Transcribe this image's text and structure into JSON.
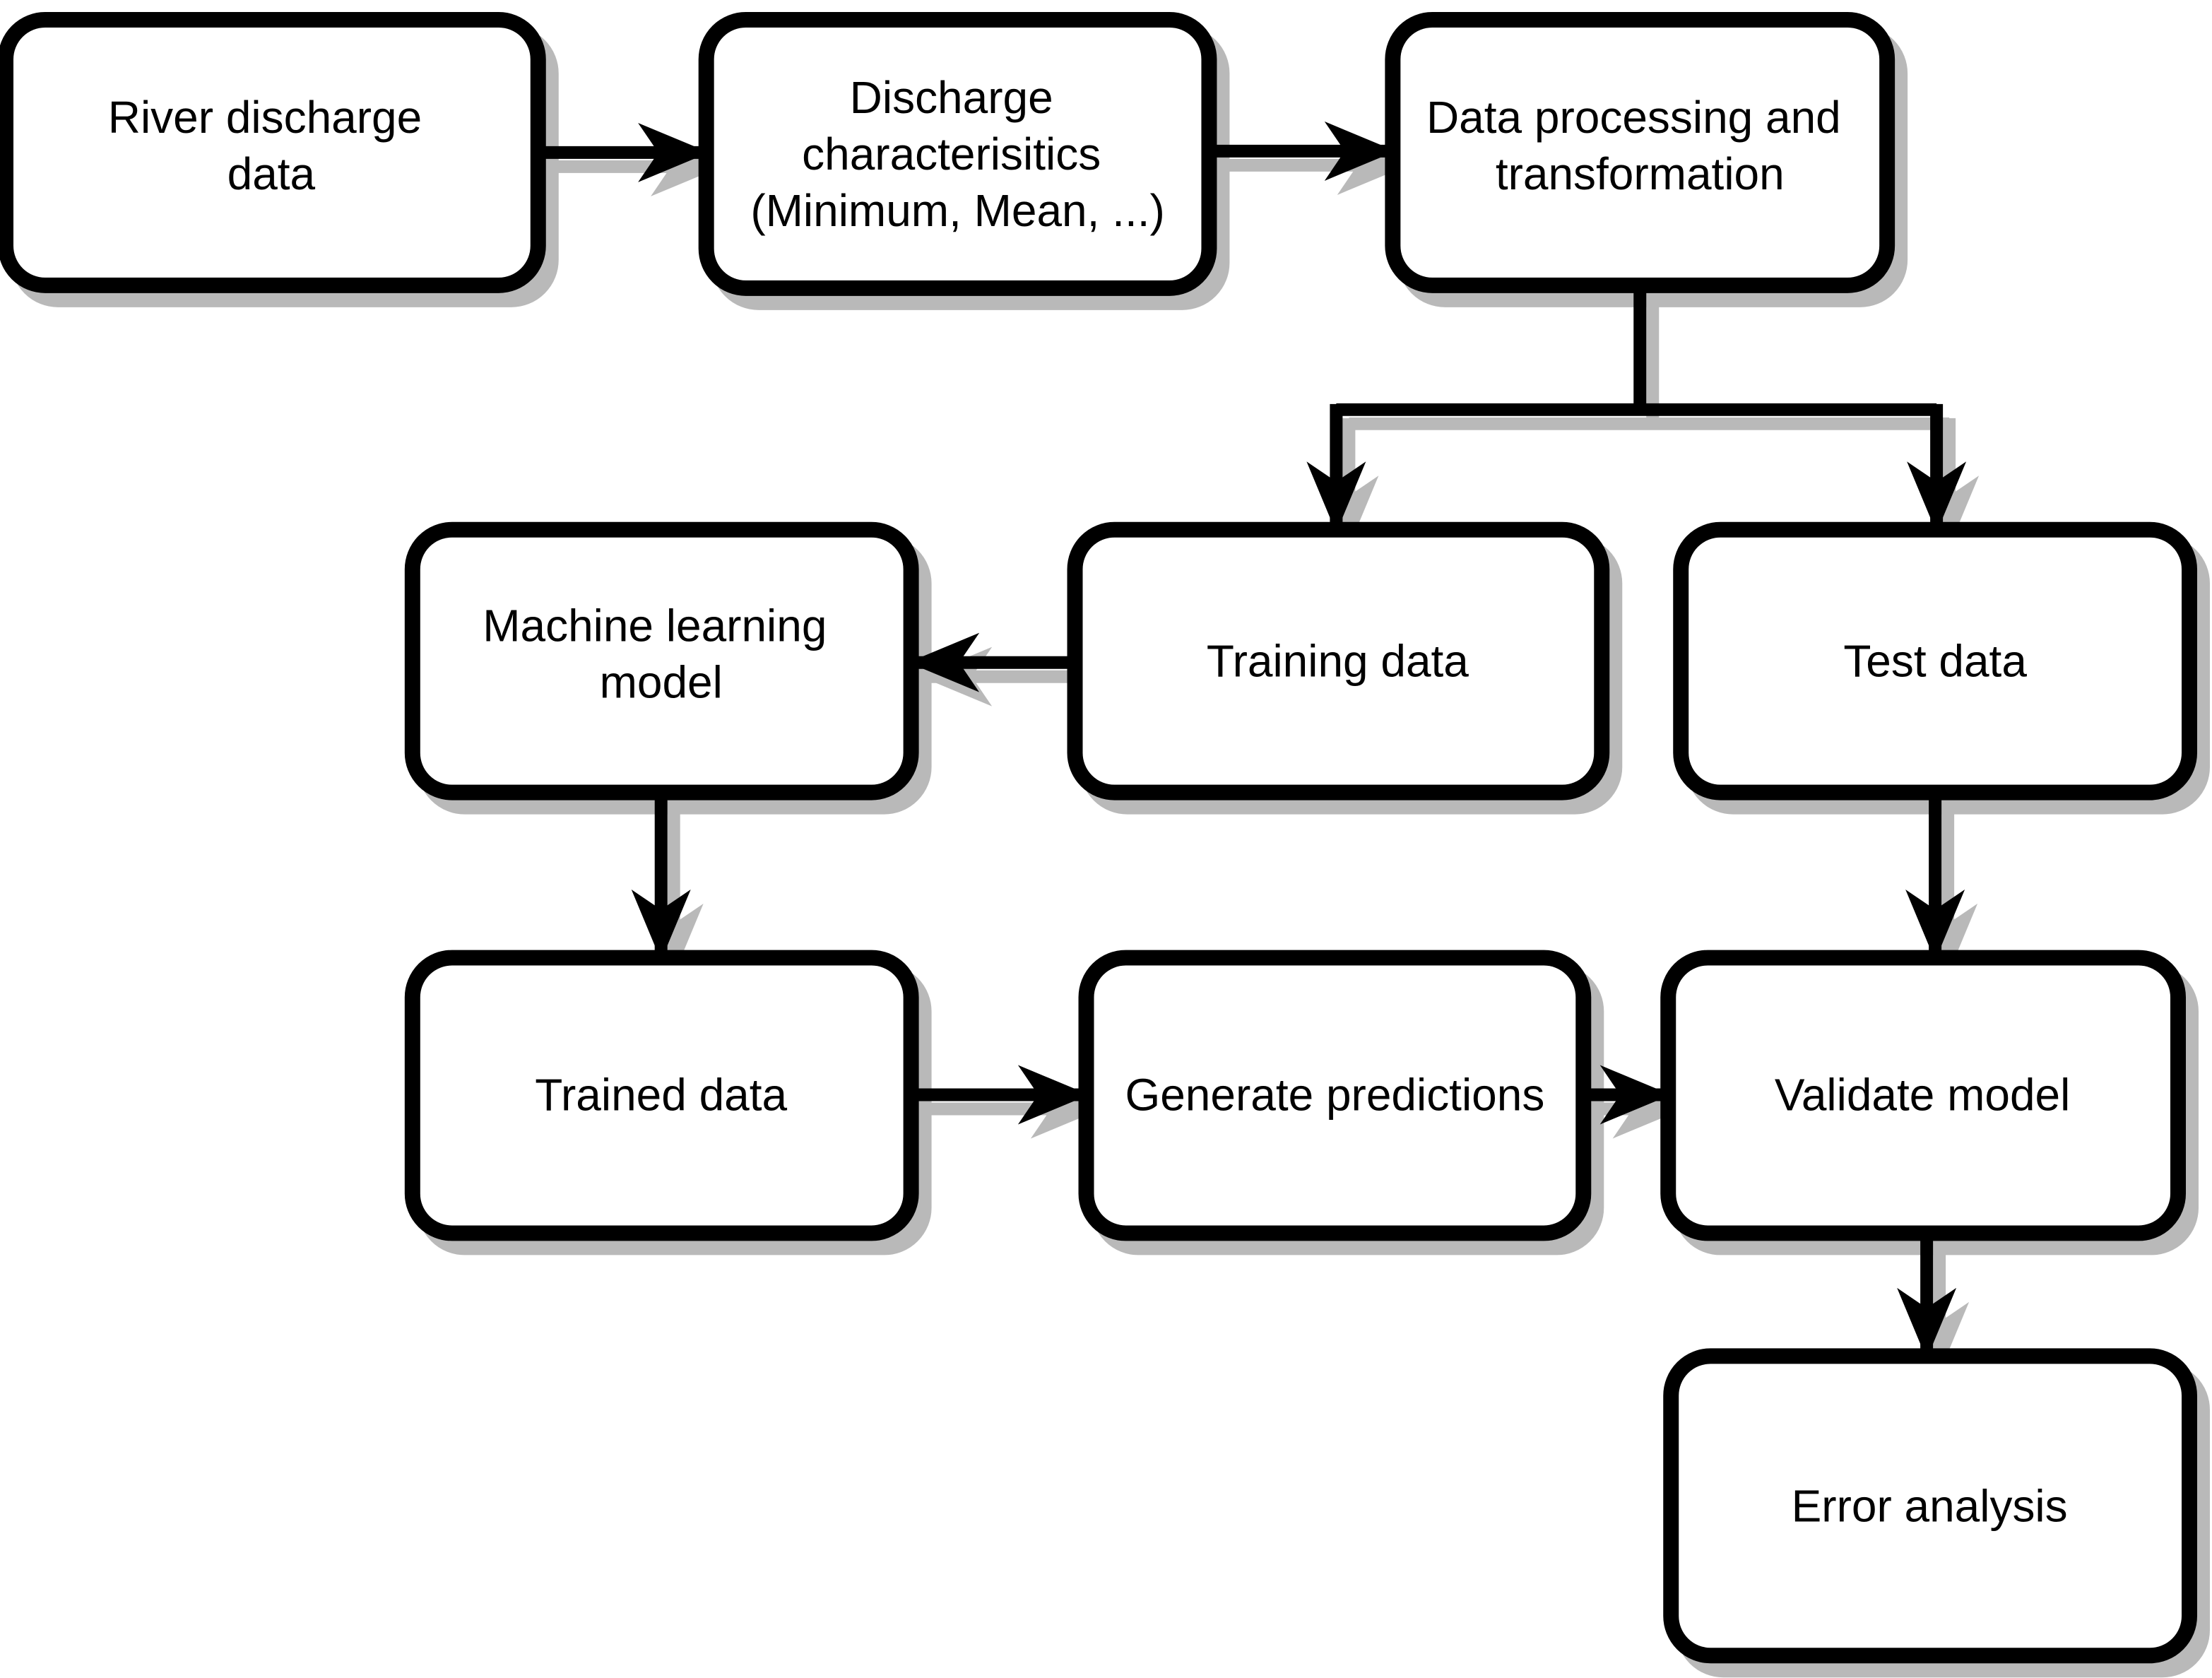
{
  "diagram": {
    "type": "flowchart",
    "description": "Machine learning workflow for river discharge data",
    "colors": {
      "background": "#ffffff",
      "box_fill": "#ffffff",
      "box_border": "#000000",
      "edge": "#000000",
      "text": "#000000",
      "shadow": "#b9b9b9"
    },
    "nodes": [
      {
        "id": "river-discharge-data",
        "lines": [
          "River discharge",
          "data"
        ]
      },
      {
        "id": "discharge-characteristics",
        "lines": [
          "Discharge",
          "characterisitics",
          "(Minimum, Mean, ...)"
        ]
      },
      {
        "id": "data-processing",
        "lines": [
          "Data processing and",
          "transformation"
        ]
      },
      {
        "id": "machine-learning-model",
        "lines": [
          "Machine learning",
          "model"
        ]
      },
      {
        "id": "training-data",
        "lines": [
          "Training data"
        ]
      },
      {
        "id": "test-data",
        "lines": [
          "Test data"
        ]
      },
      {
        "id": "trained-data",
        "lines": [
          "Trained data"
        ]
      },
      {
        "id": "generate-predictions",
        "lines": [
          "Generate predictions"
        ]
      },
      {
        "id": "validate-model",
        "lines": [
          "Validate model"
        ]
      },
      {
        "id": "error-analysis",
        "lines": [
          "Error analysis"
        ]
      }
    ],
    "edges": [
      {
        "from": "river-discharge-data",
        "to": "discharge-characteristics"
      },
      {
        "from": "discharge-characteristics",
        "to": "data-processing"
      },
      {
        "from": "data-processing",
        "to": "training-data"
      },
      {
        "from": "data-processing",
        "to": "test-data"
      },
      {
        "from": "training-data",
        "to": "machine-learning-model"
      },
      {
        "from": "machine-learning-model",
        "to": "trained-data"
      },
      {
        "from": "trained-data",
        "to": "generate-predictions"
      },
      {
        "from": "generate-predictions",
        "to": "validate-model"
      },
      {
        "from": "test-data",
        "to": "validate-model"
      },
      {
        "from": "validate-model",
        "to": "error-analysis"
      }
    ]
  }
}
